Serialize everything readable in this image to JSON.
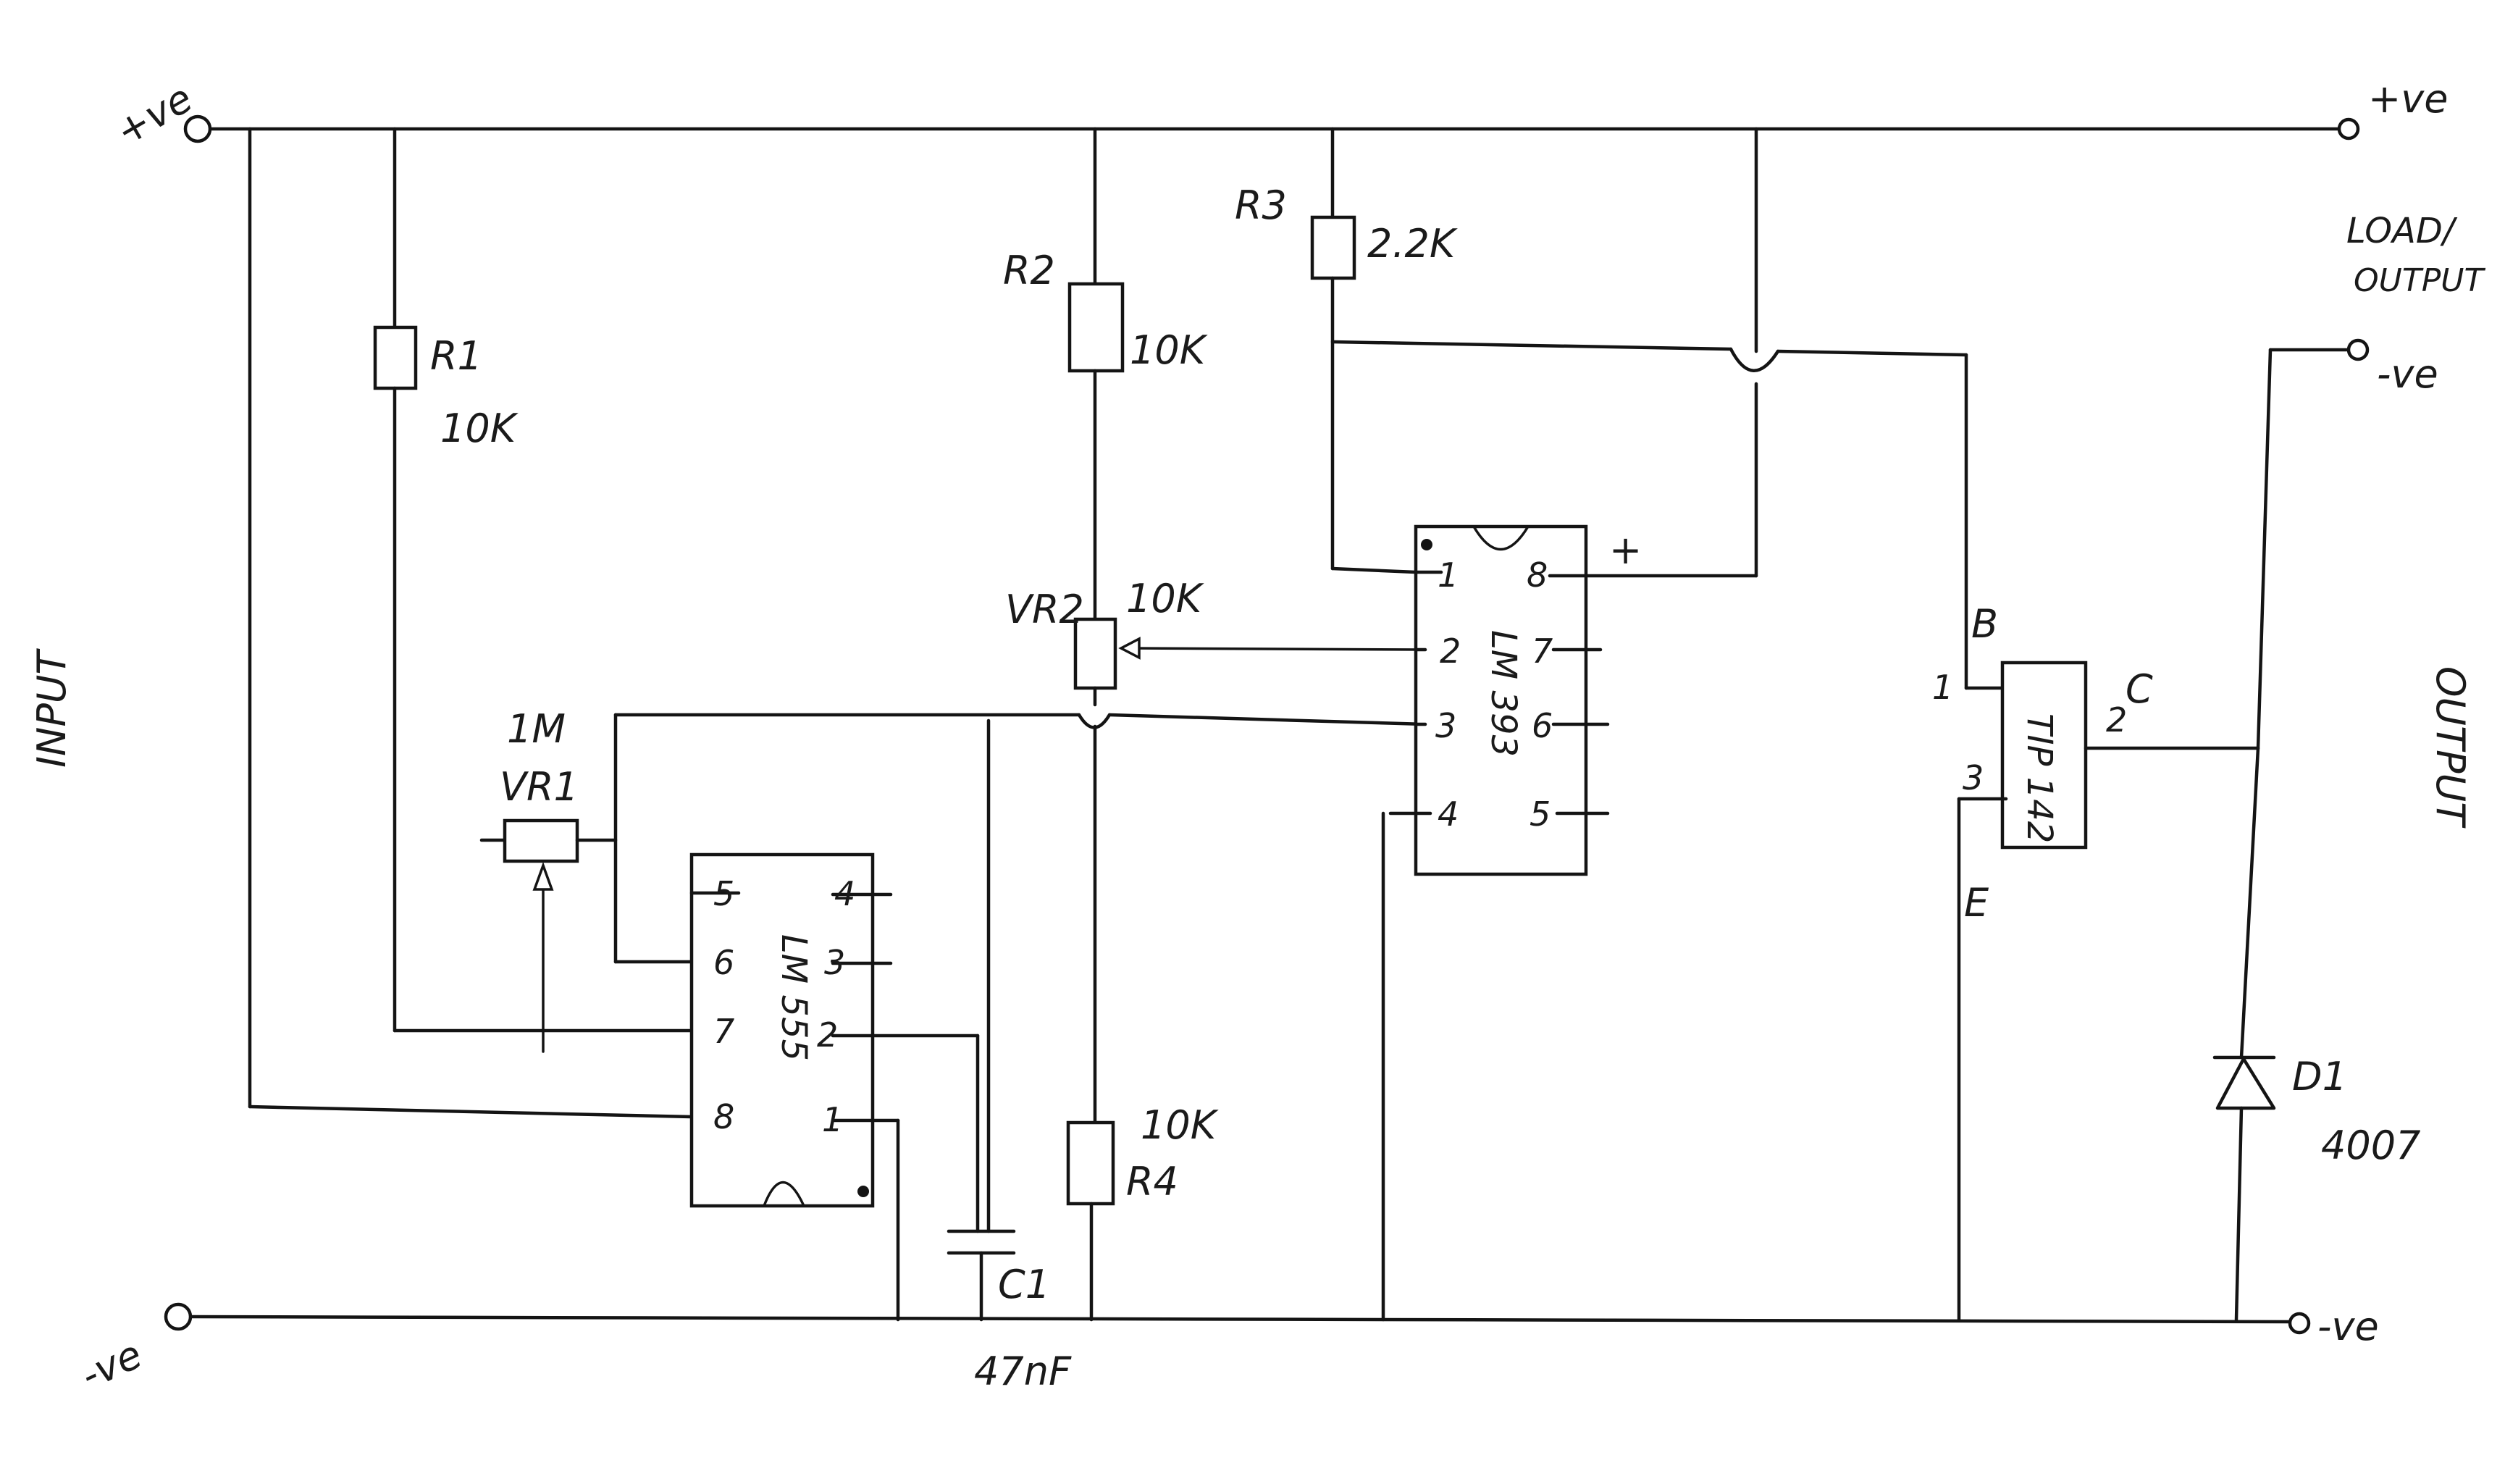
{
  "terminals": {
    "in_pos": "+ve",
    "in_neg": "-ve",
    "out_pos": "+ve",
    "out_load_neg": "-ve",
    "out_neg": "-ve",
    "load_label_line1": "LOAD/",
    "load_label_line2": "OUTPUT"
  },
  "side_labels": {
    "input": "INPUT",
    "output": "OUTPUT"
  },
  "components": {
    "r1": {
      "name": "R1",
      "value": "10K"
    },
    "r2": {
      "name": "R2",
      "value": "10K"
    },
    "r3": {
      "name": "R3",
      "value": "2.2K"
    },
    "r4": {
      "name": "R4",
      "value": "10K"
    },
    "vr1": {
      "name": "VR1",
      "value": "1M"
    },
    "vr2": {
      "name": "VR2",
      "value": "10K"
    },
    "c1": {
      "name": "C1",
      "value": "47nF"
    },
    "d1": {
      "name": "D1",
      "value": "4007"
    },
    "u1": {
      "name": "LM 555",
      "pins": [
        "5",
        "6",
        "7",
        "8",
        "4",
        "3",
        "2",
        "1"
      ]
    },
    "u2": {
      "name": "LM 393",
      "pins": [
        "1",
        "2",
        "3",
        "4",
        "8",
        "7",
        "6",
        "5"
      ],
      "plus_mark": "+"
    },
    "q1": {
      "name": "TIP 142",
      "pin_b": "1",
      "pin_e": "3",
      "pin_c": "2",
      "label_b": "B",
      "label_c": "C",
      "label_e": "E"
    }
  }
}
